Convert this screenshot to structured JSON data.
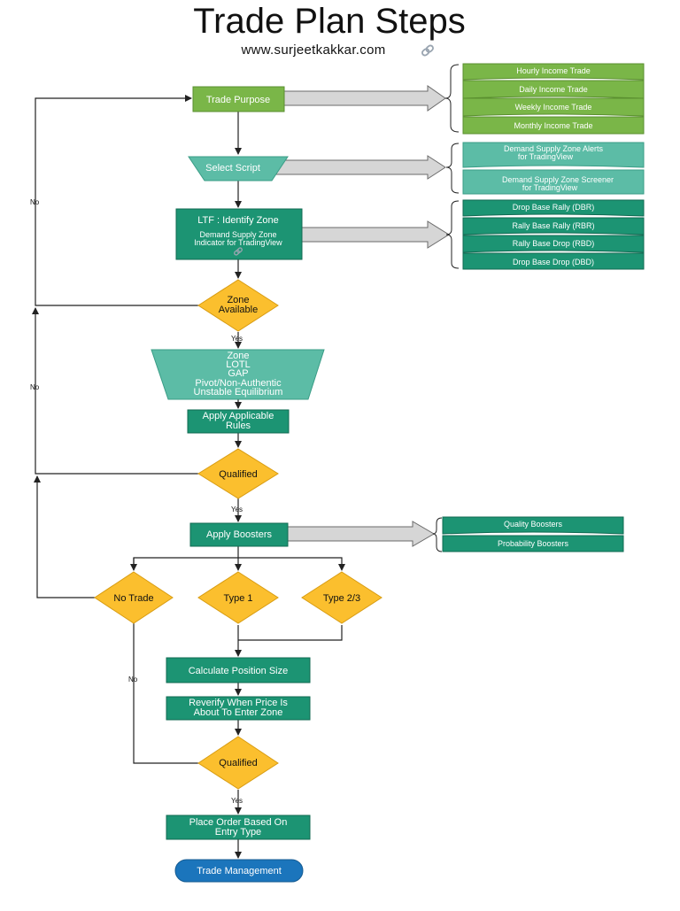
{
  "title": "Trade Plan Steps",
  "website": "www.surjeetkakkar.com",
  "nodes": {
    "trade_purpose": "Trade Purpose",
    "select_script": "Select Script",
    "ltf_title": "LTF : Identify Zone",
    "ltf_sub1": "Demand Supply Zone",
    "ltf_sub2": "Indicator for TradingView",
    "zone_available_1": "Zone",
    "zone_available_2": "Available",
    "zone_types": [
      "Zone",
      "LOTL",
      "GAP",
      "Pivot/Non-Authentic",
      "Unstable Equilibrium"
    ],
    "apply_rules_1": "Apply Applicable",
    "apply_rules_2": "Rules",
    "qualified_1": "Qualified",
    "apply_boosters": "Apply Boosters",
    "no_trade": "No Trade",
    "type1": "Type 1",
    "type23": "Type 2/3",
    "calc_position": "Calculate Position Size",
    "reverify_1": "Reverify When Price Is",
    "reverify_2": "About To Enter Zone",
    "qualified_2": "Qualified",
    "place_order_1": "Place Order Based On",
    "place_order_2": "Entry Type",
    "trade_management": "Trade Management"
  },
  "edge_labels": {
    "no1": "No",
    "no2": "No",
    "no3": "No",
    "yes1": "Yes",
    "yes2": "Yes",
    "yes3": "Yes"
  },
  "trade_purpose_options": [
    "Hourly Income Trade",
    "Daily Income Trade",
    "Weekly Income Trade",
    "Monthly Income Trade"
  ],
  "script_options": [
    {
      "line1": "Demand Supply Zone Alerts",
      "line2": "for TradingView"
    },
    {
      "line1": "Demand Supply Zone Screener",
      "line2": "for TradingView"
    }
  ],
  "zone_patterns": [
    "Drop Base Rally (DBR)",
    "Rally Base Rally (RBR)",
    "Rally Base Drop (RBD)",
    "Drop Base Drop (DBD)"
  ],
  "boosters": [
    "Quality Boosters",
    "Probability Boosters"
  ],
  "icons": {
    "link": "link-icon"
  },
  "colors": {
    "green": "#7ab648",
    "teal": "#1c9473",
    "light_teal": "#5cbca6",
    "yellow": "#fbbf2e",
    "blue": "#1b75bc"
  }
}
